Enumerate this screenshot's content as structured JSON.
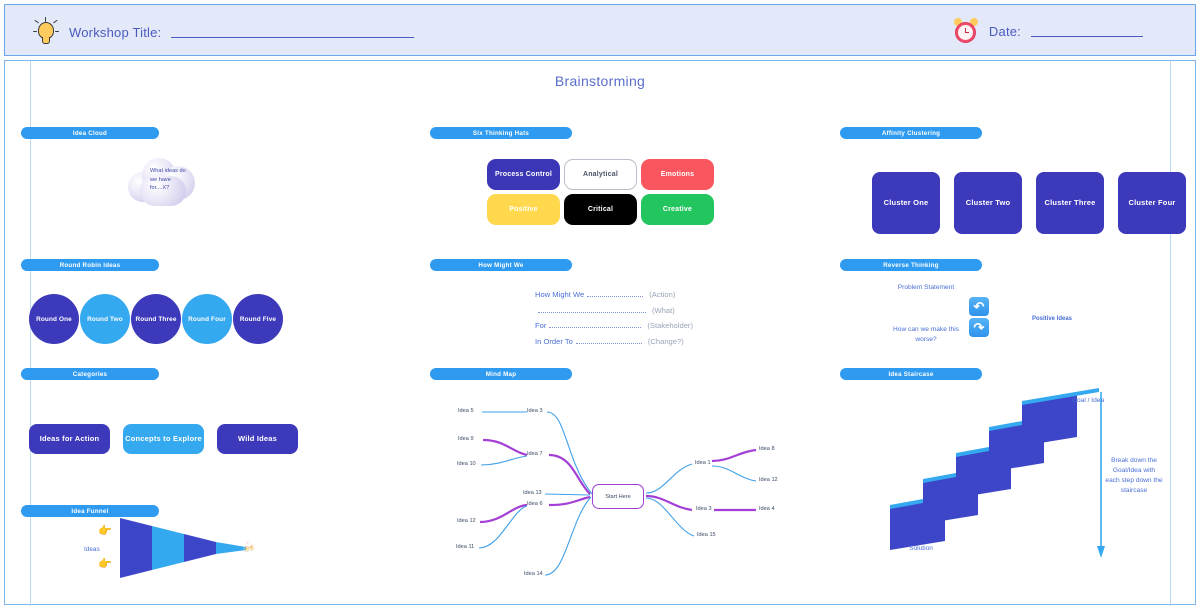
{
  "header": {
    "bulb_icon": "lightbulb-icon",
    "clock_icon": "alarm-clock-icon",
    "workshop_label": "Workshop Title:",
    "date_label": "Date:",
    "workshop_value": "",
    "date_value": ""
  },
  "main_title": "Brainstorming",
  "sections": {
    "idea_cloud": {
      "title": "Idea Cloud",
      "cloud_text": "What ideas do we have for....X?"
    },
    "six_hats": {
      "title": "Six Thinking Hats",
      "hats": [
        {
          "label": "Process Control",
          "bg": "#3b36b5",
          "fg": "#ffffff",
          "border": "none"
        },
        {
          "label": "Analytical",
          "bg": "#ffffff",
          "fg": "#4a5568",
          "border": "1px solid #b9bfc9"
        },
        {
          "label": "Emotions",
          "bg": "#f9565f",
          "fg": "#ffffff",
          "border": "none"
        },
        {
          "label": "Positive",
          "bg": "#ffd84d",
          "fg": "#ffffff",
          "border": "none"
        },
        {
          "label": "Critical",
          "bg": "#000000",
          "fg": "#ffffff",
          "border": "none"
        },
        {
          "label": "Creative",
          "bg": "#22c55e",
          "fg": "#ffffff",
          "border": "none"
        }
      ]
    },
    "affinity": {
      "title": "Affinity Clustering",
      "clusters": [
        {
          "label": "Cluster One",
          "bg": "#3d39bb"
        },
        {
          "label": "Cluster Two",
          "bg": "#3d39bb"
        },
        {
          "label": "Cluster Three",
          "bg": "#3d39bb"
        },
        {
          "label": "Cluster Four",
          "bg": "#3d39bb"
        }
      ]
    },
    "round_robin": {
      "title": "Round Robin Ideas",
      "rounds": [
        {
          "label": "Round One",
          "bg": "#3d39bb"
        },
        {
          "label": "Round Two",
          "bg": "#35a9ef"
        },
        {
          "label": "Round Three",
          "bg": "#3d39bb"
        },
        {
          "label": "Round Four",
          "bg": "#35a9ef"
        },
        {
          "label": "Round Five",
          "bg": "#3d39bb"
        }
      ]
    },
    "how_might_we": {
      "title": "How Might We",
      "rows": [
        {
          "label": "How Might We",
          "paren": "(Action)"
        },
        {
          "label": "",
          "paren": "(What)"
        },
        {
          "label": "For",
          "paren": "(Stakeholder)"
        },
        {
          "label": "In Order To",
          "paren": "(Change?)"
        }
      ]
    },
    "reverse_thinking": {
      "title": "Reverse Thinking",
      "problem_statement": "Problem Statement",
      "worse_question": "How can we make this worse?",
      "positive_ideas": "Positive Ideas",
      "undo_icon": "undo-arrow-icon",
      "redo_icon": "redo-arrow-icon"
    },
    "categories": {
      "title": "Categories",
      "items": [
        {
          "label": "Ideas for Action",
          "bg": "#3d39bb"
        },
        {
          "label": "Concepts to Explore",
          "bg": "#35a9ef"
        },
        {
          "label": "Wild Ideas",
          "bg": "#3d39bb"
        }
      ]
    },
    "mind_map": {
      "title": "Mind Map",
      "center": "Start Here",
      "left_nodes": [
        "Idea 5",
        "Idea 3",
        "Idea 9",
        "Idea 7",
        "Idea 10",
        "Idea 13",
        "Idea 12",
        "Idea 6",
        "Idea 11",
        "Idea 14"
      ],
      "right_nodes": [
        "Idea 1",
        "Idea 8",
        "Idea 12",
        "Idea 3",
        "Idea 4",
        "Idea 15"
      ]
    },
    "idea_funnel": {
      "title": "Idea Funnel",
      "ideas_label": "Ideas",
      "hand_icon": "pointing-hand-icon",
      "result_icon": "celebration-glasses-icon"
    },
    "idea_staircase": {
      "title": "Idea Staircase",
      "goal_label": "Goal / Idea",
      "solution_label": "Solution",
      "description": "Break down the Goal/Idea with each step down the staircase"
    }
  },
  "colors": {
    "pill": "#2e9bf0",
    "header_bg": "#e4e9f9",
    "header_border": "#6ba7e8",
    "indigo": "#3d39bb",
    "sky": "#35a9ef",
    "text_blue": "#4a6fd6",
    "purple": "#9b3fd4"
  }
}
